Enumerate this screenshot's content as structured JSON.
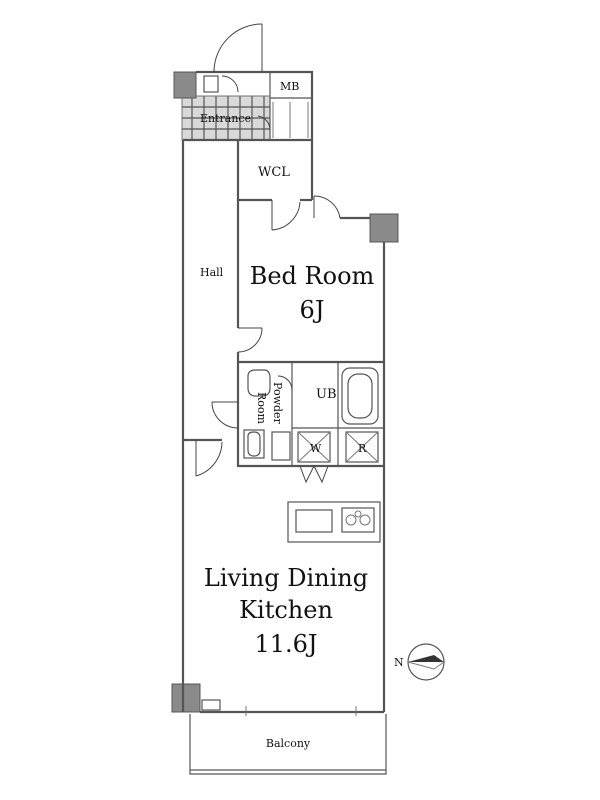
{
  "rooms": {
    "entrance": "Entrance",
    "mb": "MB",
    "wcl": "WCL",
    "hall": "Hall",
    "bedroom_name": "Bed Room",
    "bedroom_size": "6J",
    "powder_line1": "Powder",
    "powder_line2": "Room",
    "ub": "UB",
    "washer": "W",
    "fridge": "R",
    "ldk_line1": "Living Dining",
    "ldk_line2": "Kitchen",
    "ldk_size": "11.6J",
    "balcony": "Balcony"
  },
  "compass": {
    "label": "N"
  },
  "colors": {
    "wall": "#555555",
    "column": "#8a8a8a",
    "tile": "#d9d9d9"
  }
}
